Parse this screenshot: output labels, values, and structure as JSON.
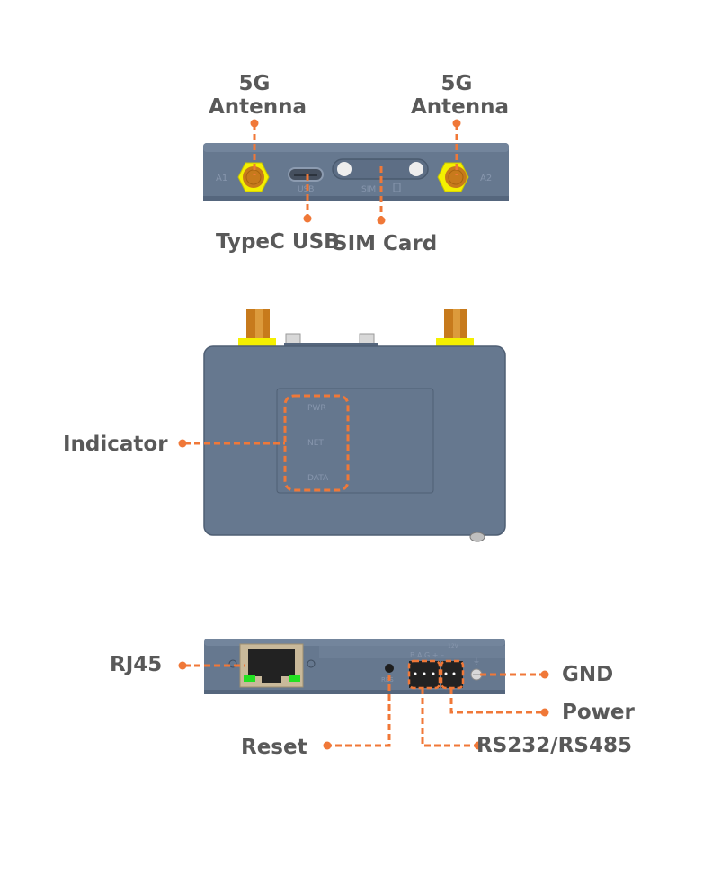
{
  "colors": {
    "body": "#66788f",
    "body_dark": "#55667d",
    "leader": "#f07838",
    "text": "#595959",
    "sma_hex": "#f4f000",
    "sma_core": "#c77a1c",
    "led_green": "#22e022",
    "rj45_frame": "#c9b99a"
  },
  "top_view": {
    "labels": {
      "antenna_left": [
        "5G",
        "Antenna"
      ],
      "antenna_right": [
        "5G",
        "Antenna"
      ],
      "usb": "TypeC USB",
      "sim": "SIM Card"
    },
    "silkscreen": {
      "a1": "A1",
      "a2": "A2",
      "usb": "USB",
      "sim": "SIM"
    }
  },
  "front_view": {
    "label": "Indicator",
    "leds": [
      "PWR",
      "NET",
      "DATA"
    ]
  },
  "bottom_view": {
    "labels": {
      "rj45": "RJ45",
      "reset": "Reset",
      "gnd": "GND",
      "power": "Power",
      "serial": "RS232/RS485"
    },
    "silkscreen": {
      "rst": "RES",
      "terminal": "B A G + –",
      "voltage": "12V",
      "ground_symbol": "⏚"
    }
  }
}
